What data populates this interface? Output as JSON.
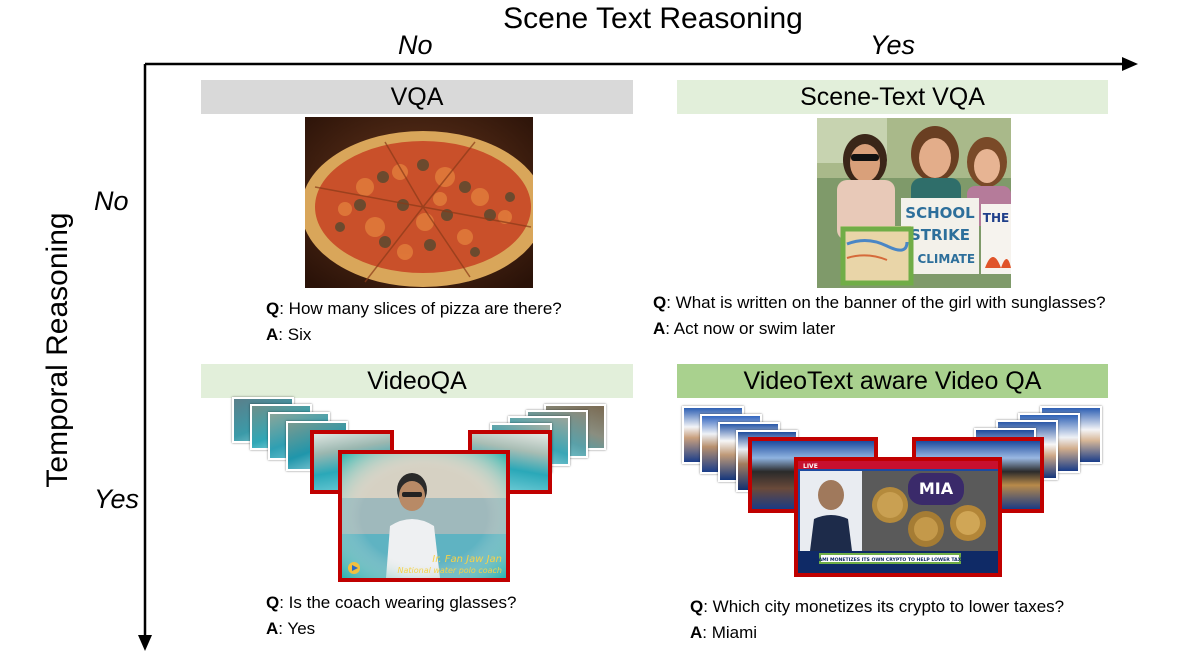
{
  "axes": {
    "x_title": "Scene Text Reasoning",
    "x_no": "No",
    "x_yes": "Yes",
    "y_title": "Temporal Reasoning",
    "y_no": "No",
    "y_yes": "Yes"
  },
  "quadrants": {
    "vqa": {
      "title": "VQA",
      "q_prefix": "Q",
      "question": ": How many slices of pizza are there?",
      "a_prefix": "A",
      "answer": ": Six"
    },
    "scene_text_vqa": {
      "title": "Scene-Text VQA",
      "q_prefix": "Q",
      "question": ": What is written on the banner of the girl with sunglasses?",
      "a_prefix": "A",
      "answer": ": Act now or swim later",
      "banner_texts": [
        "SCHOOL",
        "STRIKE",
        "4 CLIMATE",
        "THE"
      ]
    },
    "videoqa": {
      "title": "VideoQA",
      "q_prefix": "Q",
      "question": ": Is the coach wearing glasses?",
      "a_prefix": "A",
      "answer": ": Yes",
      "caption_name": "Ir. Fan Jaw Jan",
      "caption_role": "National water polo coach"
    },
    "videotext_qa": {
      "title": "VideoText aware Video QA",
      "q_prefix": "Q",
      "question": ": Which city monetizes its crypto to lower taxes?",
      "a_prefix": "A",
      "answer": ": Miami",
      "screen_text": "MIA",
      "ticker": "MIAMI MONETIZES ITS OWN CRYPTO TO HELP LOWER TAXES",
      "live_tag": "LIVE"
    }
  },
  "colors": {
    "arrow": "#000000",
    "banner_gray": "#d9d9d9",
    "banner_light_green": "#e2efda",
    "banner_green": "#a9d18e",
    "frame_red": "#c00000",
    "highlight_green": "#70ad47"
  }
}
